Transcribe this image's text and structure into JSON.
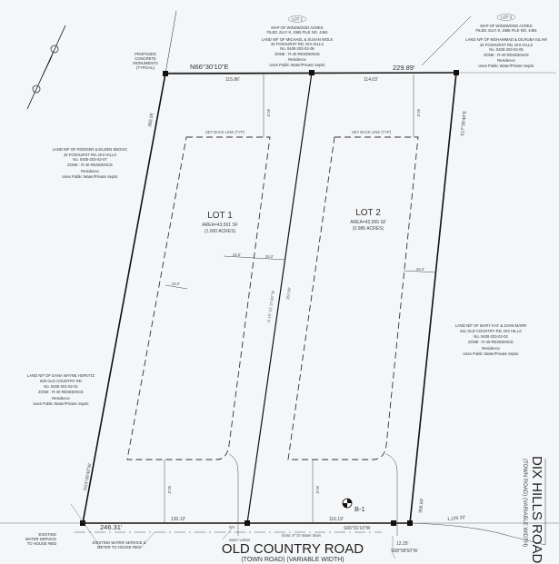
{
  "plan": {
    "lots": [
      {
        "name": "LOT 1",
        "area": "AREA=43,561 SF",
        "acres": "(1.000 ACRES)"
      },
      {
        "name": "LOT 2",
        "area": "AREA=42,955 SF",
        "acres": "(0.986 ACRES)"
      }
    ],
    "setback_label": "SET BACK LINE (TYP)",
    "monument_note": [
      "PROPOSED",
      "CONCRETE",
      "MONUMENTS",
      "(TYPICAL)"
    ],
    "bearings": {
      "north": "N66°30'10\"E",
      "east": "S17°39'40\"E",
      "west": "N13°06'40\"W",
      "middle": "N 15° 21' 27.60\" W",
      "south": "S66°31'10\"W",
      "south_small": "S68°58'50\"W"
    },
    "distances": {
      "north_total": "229.89'",
      "north_lot1": "115.86'",
      "north_lot2": "114.03'",
      "west": "360.05'",
      "east": "358.60'",
      "middle": "357.80'",
      "south_total": "246.31'",
      "south_lot1": "130.12'",
      "south_lot2": "116.19'",
      "south_small": "12.25'",
      "to_dix_hills": "1,129.32'",
      "setback_25_a": "25.0'",
      "setback_25_b": "25.0'",
      "setback_25_c": "25.0'",
      "setback_25_d": "25.0'",
      "setback_50_a": "50.0'",
      "setback_50_b": "50.0'",
      "setback_50_c": "50.0'",
      "setback_50_d": "50.0'"
    },
    "neighbors": [
      {
        "lot": "LOT 2",
        "lines": [
          "MAP OF WINDWOOD ACRES",
          "FILED JULY 8, 1965 FILE NO. 4484",
          "LAND N/F OF MICHAEL & SUSAN WOLK",
          "34 FOXHURST RD, DIX HILLS",
          "No. 0400-203-02-06",
          "ZONE : R-40 RESIDENCE",
          "Residence",
          "Uses Public Water/Private Septic"
        ]
      },
      {
        "lot": "LOT 3",
        "lines": [
          "MAP OF WINDWOOD ACRES",
          "FILED JULY 8, 1965 FILE NO. 4484",
          "LAND N/F OF MOHAMMAD & DILRUBA ISLAM",
          "34 FOXHURST RD, DIX HILLS",
          "No. 0400-203-02-05",
          "ZONE : R-40 RESIDENCE",
          "Residence",
          "Uses Public Water/Private Septic"
        ]
      },
      {
        "lot": "",
        "lines": [
          "LAND N/F OF RODGER & EILEEN EBOVIC",
          "42 FOXHURST RD, DIX HILLS",
          "No. 0400-203-02-07",
          "ZONE : R-40 RESIDENCE",
          "Residence",
          "Uses Public Water/Private Septic"
        ]
      },
      {
        "lot": "",
        "lines": [
          "LAND N/F OF DANA WAYNE HORVITZ",
          "603 OLD COUNTRY RD",
          "No. 0400-201-02-01",
          "ZONE : R-40 RESIDENCE",
          "Residence",
          "Uses Public Water/Private Septic"
        ]
      },
      {
        "lot": "",
        "lines": [
          "LAND N/F OF MARY KAY & JOHN MARR",
          "611 OLD COUNTRY RD, DIX HILLS",
          "No. 0400-203-02-03",
          "ZONE : R-40 RESIDENCE",
          "Residence",
          "Uses Public Water/Private Septic"
        ]
      }
    ],
    "utilities": {
      "water_service_583": [
        "EXISTING",
        "WATER SERVICE",
        "TO HOUSE #583"
      ],
      "water_service_603": [
        "EXISTING WATER SERVICE &",
        "METER TO HOUSE #603"
      ],
      "water_valves": "water valves",
      "water_main": "Exist. 8\" DI Water Main",
      "wv": "WV"
    },
    "boring": "B-1",
    "roads": {
      "south": {
        "name": "OLD COUNTRY ROAD",
        "sub": "(TOWN ROAD) (VARIABLE WIDTH)"
      },
      "east": {
        "name": "DIX HILLS ROAD",
        "sub": "(TOWN ROAD) (VARIABLE WIDTH)"
      }
    },
    "colors": {
      "paper": "#f4f6f8",
      "line": "#111111"
    }
  }
}
